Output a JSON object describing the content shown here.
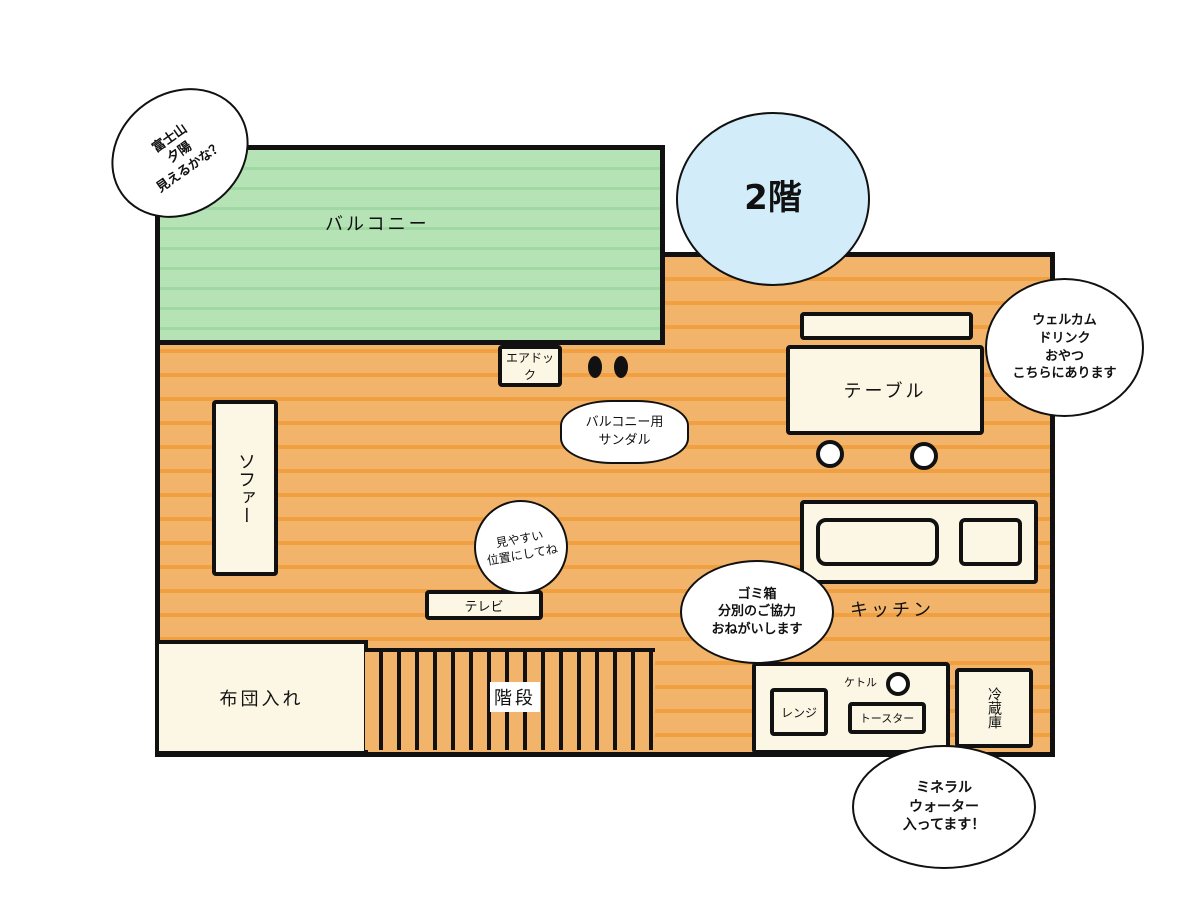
{
  "bubbles": {
    "fuji": [
      "富士山",
      "夕陽",
      "見えるかな？"
    ],
    "floor": "2階",
    "welcome": [
      "ウェルカム",
      "ドリンク",
      "おやつ",
      "こちらにあります"
    ],
    "sandal": [
      "バルコニー用",
      "サンダル"
    ],
    "tv": [
      "見やすい",
      "位置にしてね"
    ],
    "trash": [
      "ゴミ箱",
      "分別のご協力",
      "おねがいします"
    ],
    "water": [
      "ミネラル",
      "ウォーター",
      "入ってます！"
    ]
  },
  "rooms": {
    "balcony": "バルコニー",
    "table": "テーブル",
    "airdock": "エアドック",
    "sofa": "ソファー",
    "tv": "テレビ",
    "kitchen": "キッチン",
    "futon": "布団入れ",
    "stairs": "階段",
    "microwave": "レンジ",
    "kettle": "ケトル",
    "toaster": "トースター",
    "fridge": "冷蔵庫"
  }
}
